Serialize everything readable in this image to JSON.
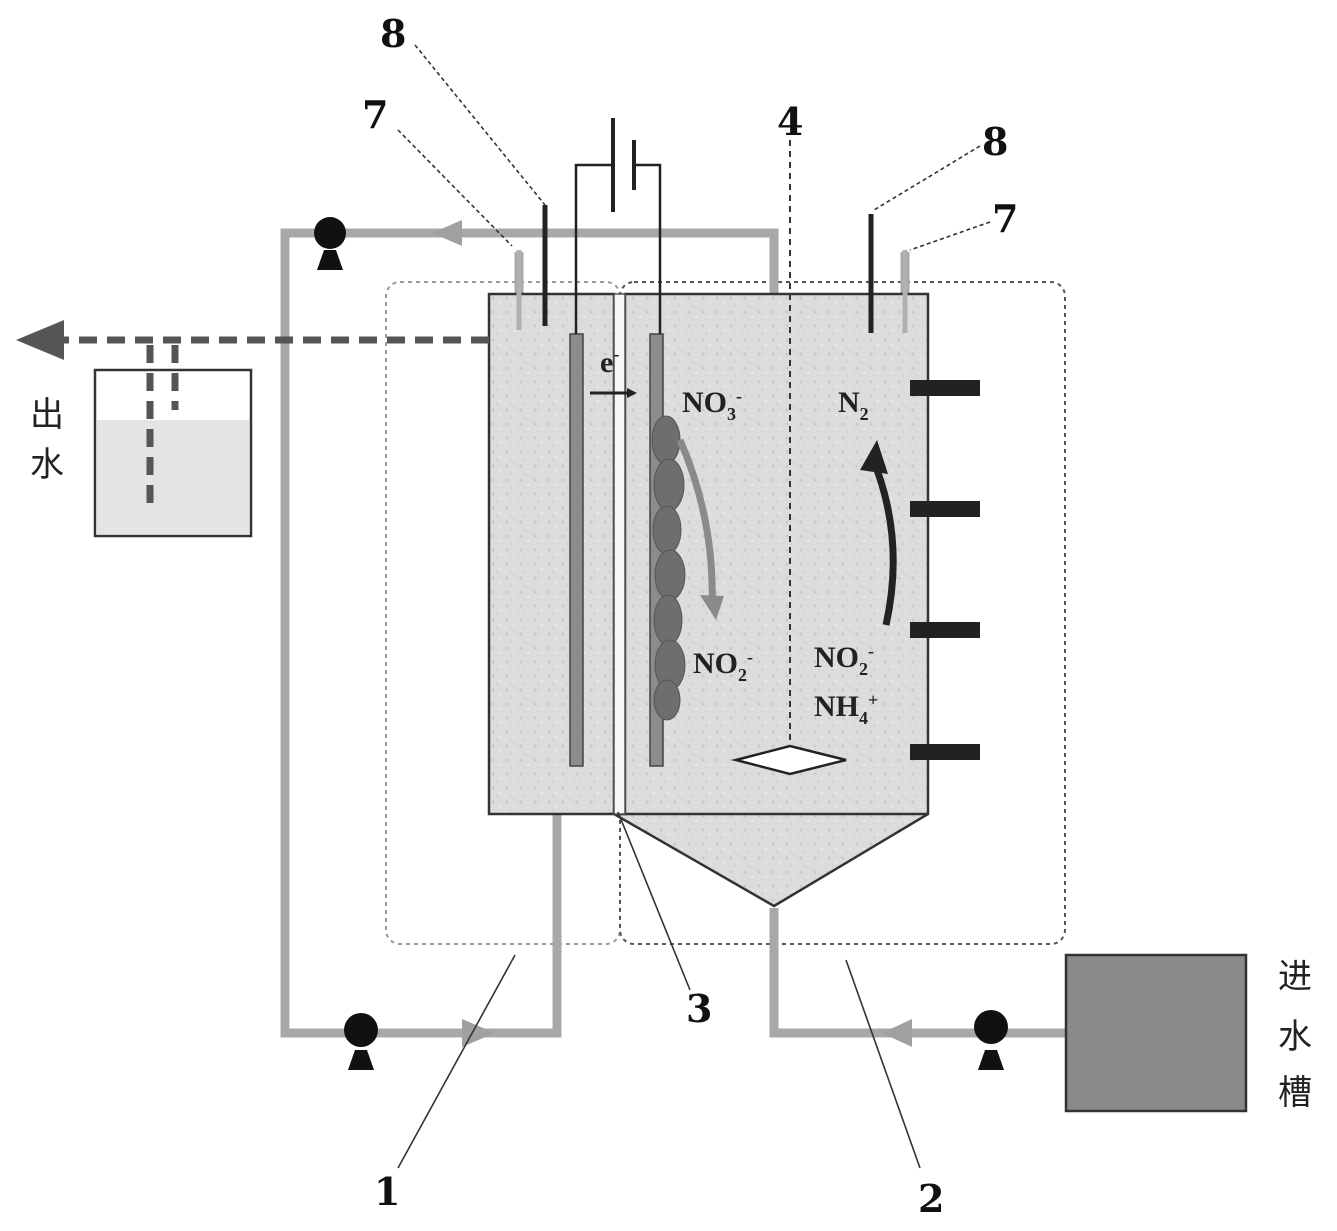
{
  "labels": {
    "n1": "1",
    "n2": "2",
    "n3": "3",
    "n4": "4",
    "n7_left": "7",
    "n7_right": "7",
    "n8_left": "8",
    "n8_right": "8"
  },
  "chemistry": {
    "electron": "e",
    "electron_sup": "-",
    "no3": "NO",
    "no3_sub": "3",
    "no3_sup": "-",
    "no2_left": "NO",
    "no2_left_sub": "2",
    "no2_left_sup": "-",
    "no2_right": "NO",
    "no2_right_sub": "2",
    "no2_right_sup": "-",
    "nh4": "NH",
    "nh4_sub": "4",
    "nh4_sup": "+",
    "n2": "N",
    "n2_sub": "2"
  },
  "text": {
    "outlet_line1": "出",
    "outlet_line2": "水",
    "inlet_line1": "进",
    "inlet_line2": "水",
    "inlet_line3": "槽"
  },
  "colors": {
    "pipe": "#a8a8a8",
    "fill": "#dedede",
    "dark": "#222222",
    "tank": "#8a8a8a",
    "biofilm": "#6e6e6e"
  }
}
